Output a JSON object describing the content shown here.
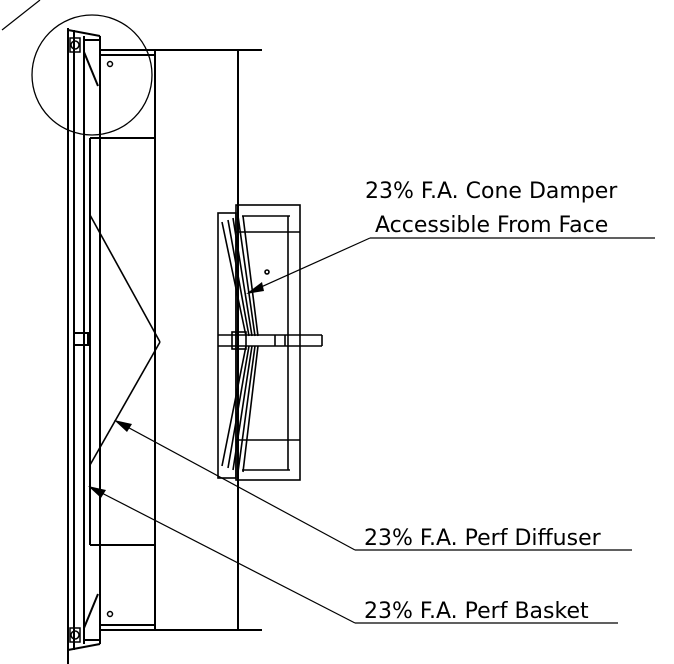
{
  "labels": {
    "cone_damper_line1": "23% F.A. Cone Damper",
    "cone_damper_line2": "Accessible From Face",
    "perf_diffuser": "23% F.A. Perf Diffuser",
    "perf_basket": "23% F.A. Perf Basket"
  },
  "colors": {
    "line": "#000000",
    "background": "#ffffff"
  }
}
